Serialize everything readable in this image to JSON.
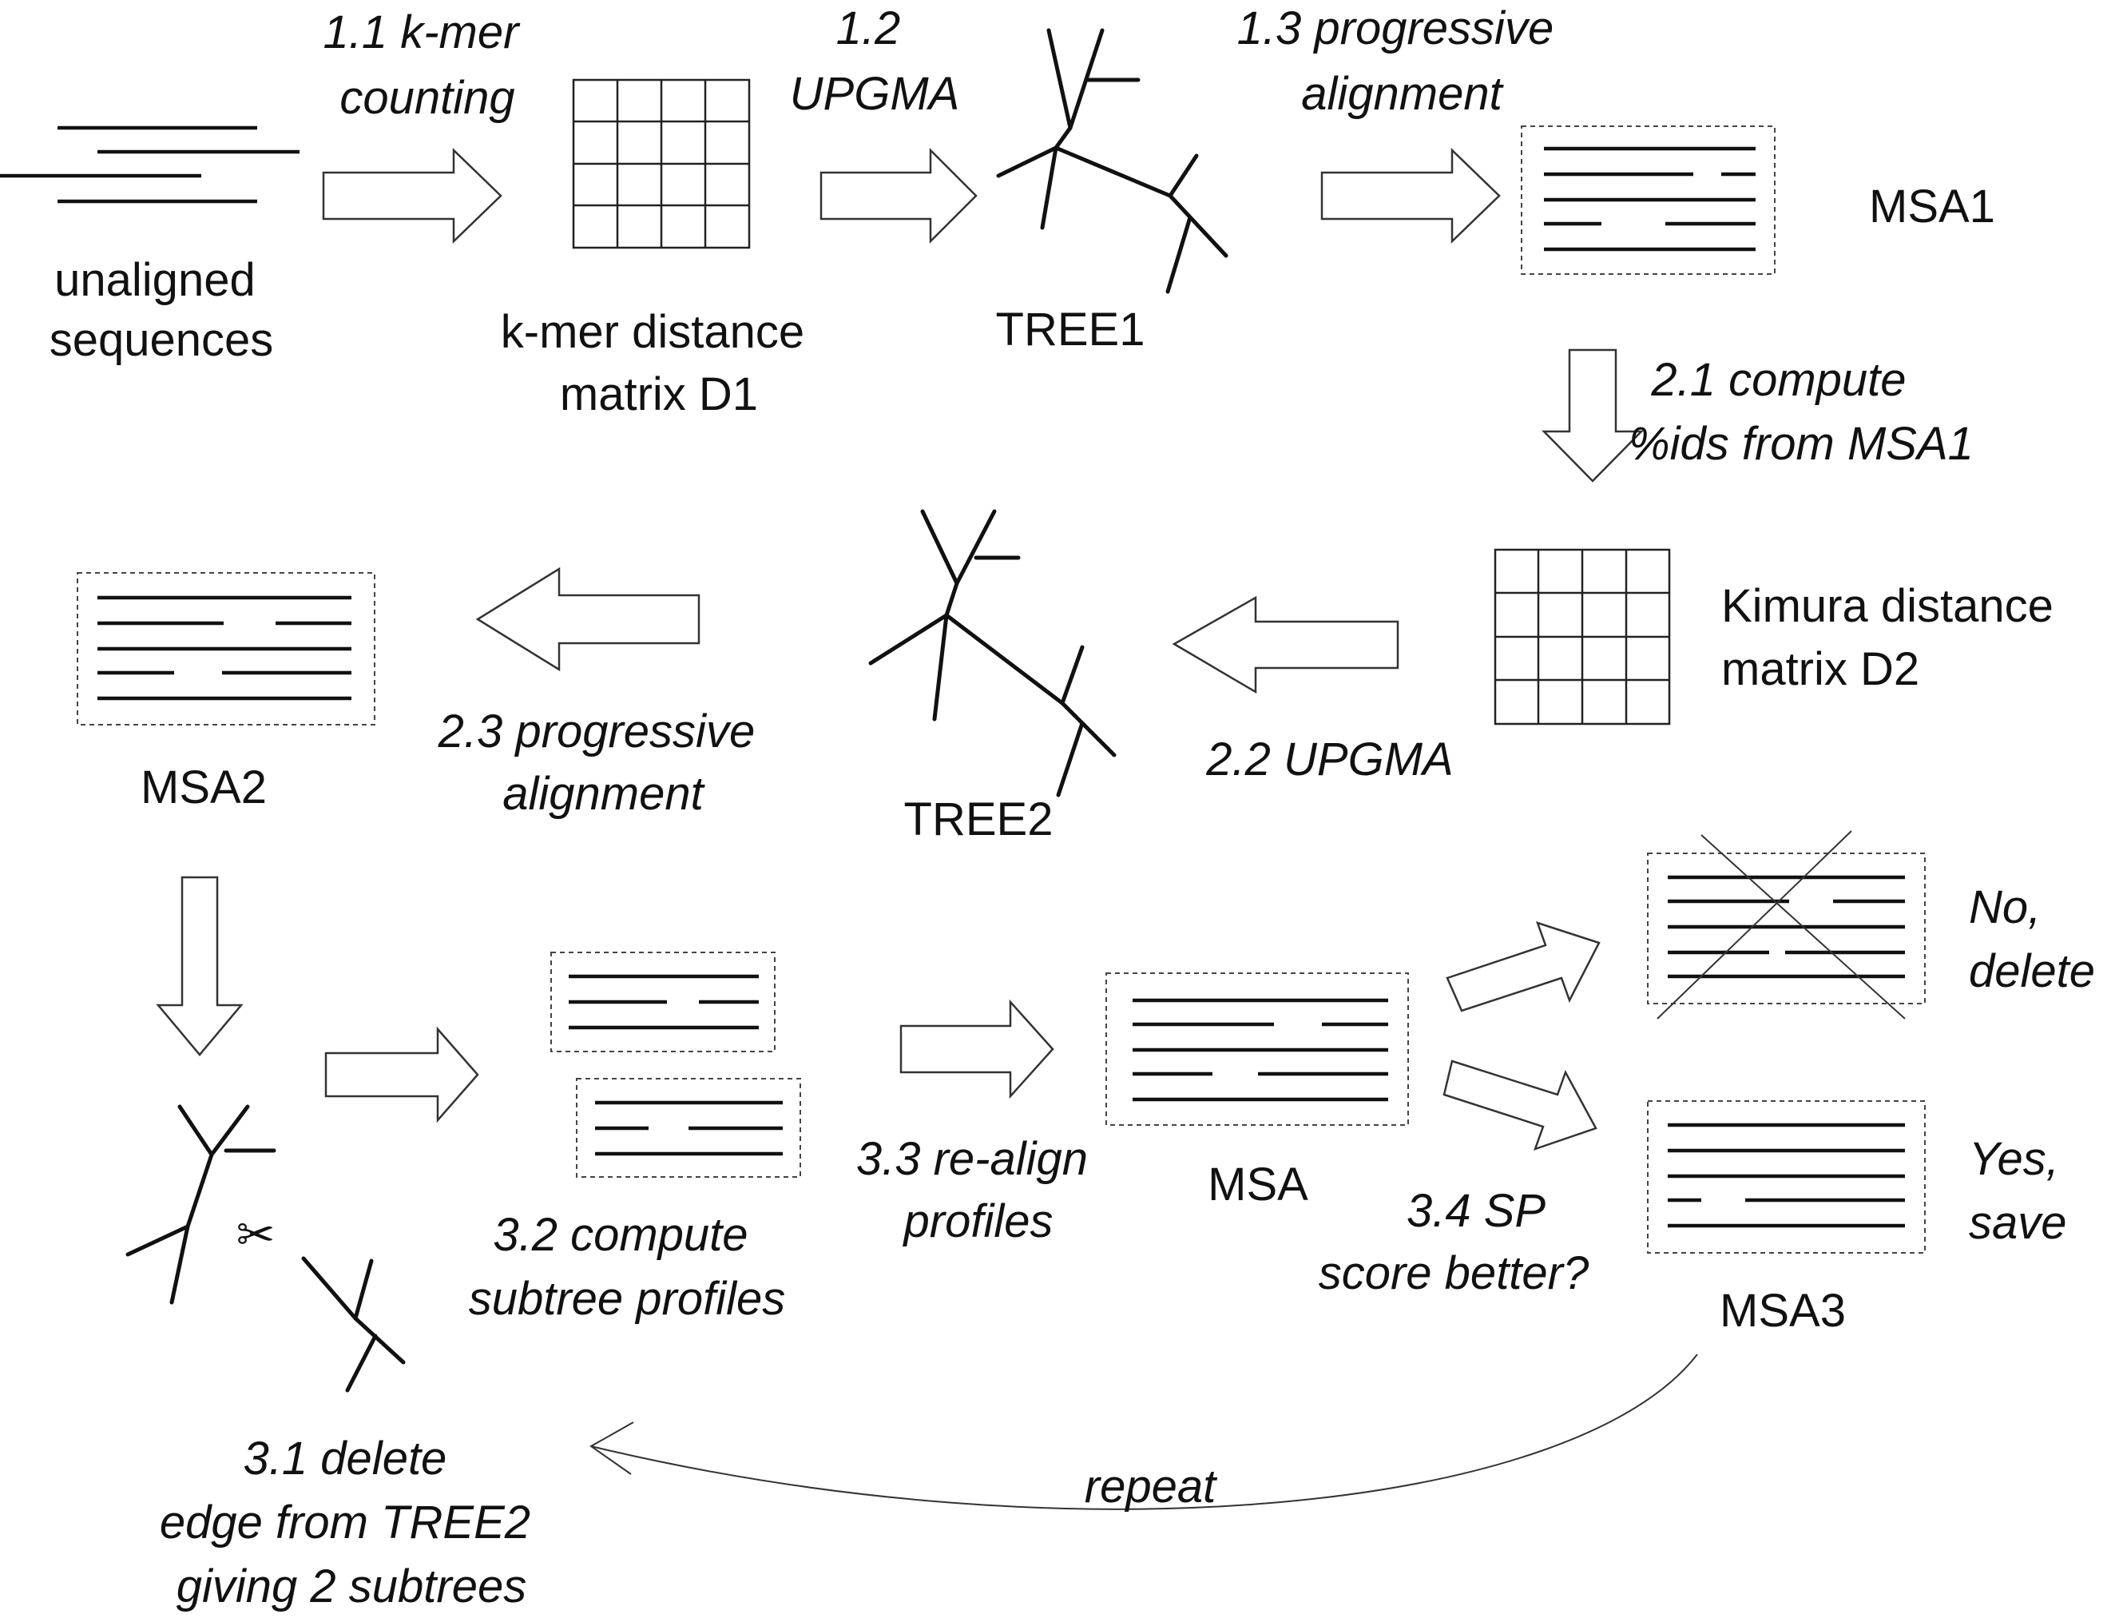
{
  "labels": {
    "unaligned": [
      "unaligned",
      "sequences"
    ],
    "kmer_matrix": [
      "k-mer distance",
      "matrix D1"
    ],
    "tree1": "TREE1",
    "msa1": "MSA1",
    "kimura_matrix": [
      "Kimura distance",
      "matrix D2"
    ],
    "tree2": "TREE2",
    "msa2": "MSA2",
    "msa": "MSA",
    "msa3": "MSA3"
  },
  "steps": {
    "s1_1": [
      "1.1 k-mer",
      "counting"
    ],
    "s1_2": [
      "1.2",
      "UPGMA"
    ],
    "s1_3": [
      "1.3 progressive",
      "alignment"
    ],
    "s2_1": [
      "2.1 compute",
      "%ids from MSA1"
    ],
    "s2_2": "2.2 UPGMA",
    "s2_3": [
      "2.3 progressive",
      "alignment"
    ],
    "s3_1": [
      "3.1 delete",
      "edge from TREE2",
      "giving 2 subtrees"
    ],
    "s3_2": [
      "3.2 compute",
      "subtree profiles"
    ],
    "s3_3": [
      "3.3 re-align",
      "profiles"
    ],
    "s3_4": [
      "3.4 SP",
      "score better?"
    ],
    "no": [
      "No,",
      "delete"
    ],
    "yes": [
      "Yes,",
      "save"
    ],
    "repeat": "repeat"
  },
  "icons": {
    "scissors": "✂"
  }
}
